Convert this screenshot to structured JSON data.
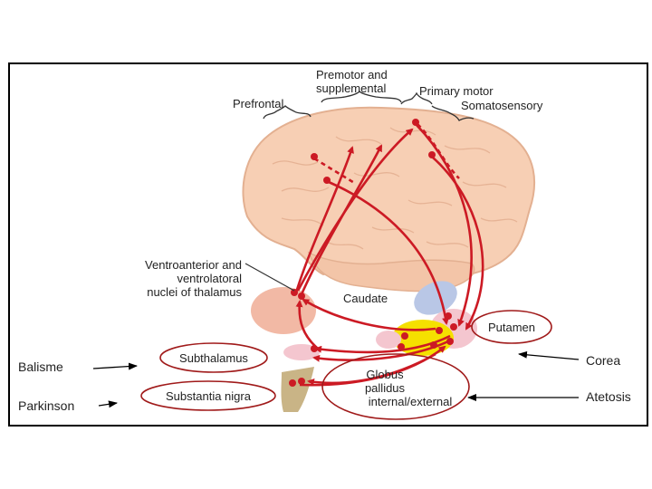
{
  "labels": {
    "prefrontal": "Prefrontal",
    "premotor_line1": "Premotor and",
    "premotor_line2": "supplemental",
    "primary_motor": "Primary motor",
    "somatosensory": "Somatosensory",
    "thalamus_line1": "Ventroanterior and",
    "thalamus_line2": "ventrolatoral",
    "thalamus_line3": "nuclei of thalamus",
    "caudate": "Caudate",
    "putamen": "Putamen",
    "subthalamus": "Subthalamus",
    "substantia_nigra": "Substantia nigra",
    "globus_line1": "Globus",
    "globus_line2": "pallidus",
    "globus_line3": "internal/external"
  },
  "disorders": {
    "balisme": "Balisme",
    "parkinson": "Parkinson",
    "corea": "Corea",
    "atetosis": "Atetosis"
  },
  "colors": {
    "brain": "#f7cfb4",
    "brain_outline": "#e3b091",
    "pathway": "#cc1a24",
    "putamen_fill": "#f5e000",
    "caudate_fill": "#b9c7e6",
    "thalamus_fill": "#f2b9a5",
    "nigra_fill": "#c9b486",
    "ellipse_outline": "#a01a1a"
  }
}
